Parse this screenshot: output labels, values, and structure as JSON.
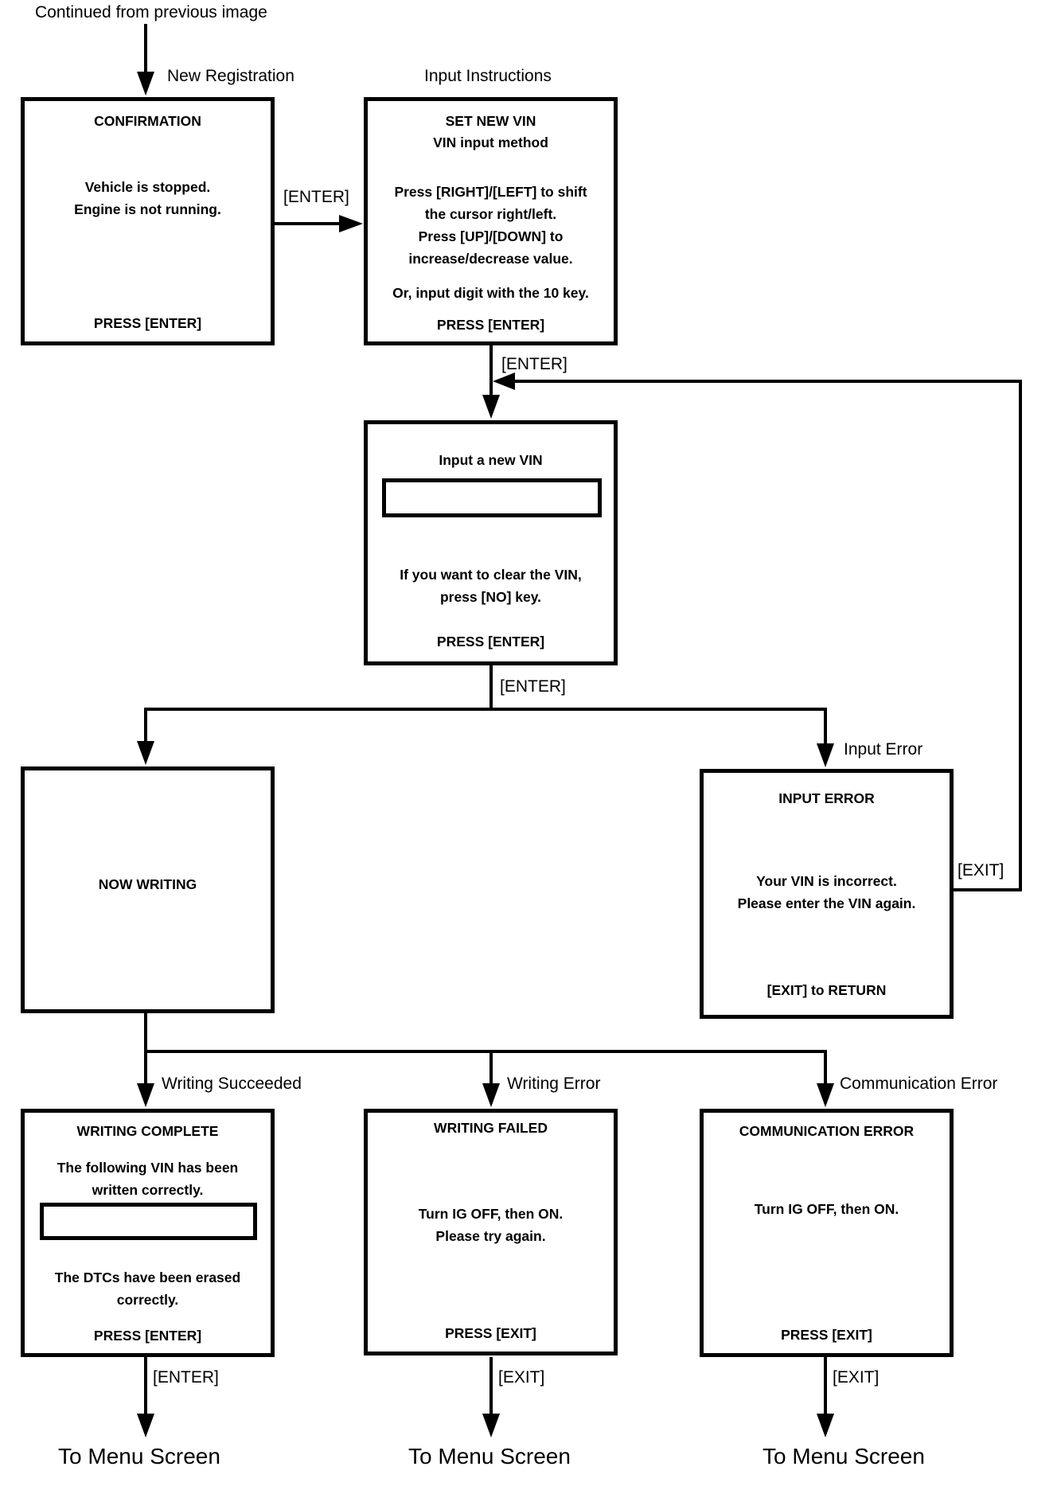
{
  "colors": {
    "line": "#000000",
    "background": "#ffffff"
  },
  "header": {
    "continued_from": "Continued from previous image"
  },
  "edge_labels": {
    "new_registration": "New Registration",
    "input_instructions": "Input Instructions",
    "enter": "[ENTER]",
    "exit": "[EXIT]",
    "input_error": "Input Error",
    "writing_succeeded": "Writing Succeeded",
    "writing_error": "Writing Error",
    "communication_error": "Communication Error",
    "to_menu_screen": "To Menu Screen"
  },
  "boxes": {
    "confirmation": {
      "title": "CONFIRMATION",
      "line1": "Vehicle is stopped.",
      "line2": "Engine is not running.",
      "footer": "PRESS [ENTER]"
    },
    "set_new_vin": {
      "title": "SET NEW VIN",
      "subtitle": "VIN input method",
      "line1": "Press [RIGHT]/[LEFT] to shift",
      "line2": "the cursor right/left.",
      "line3": "Press [UP]/[DOWN] to",
      "line4": "increase/decrease value.",
      "line5": "Or, input digit with the 10 key.",
      "footer": "PRESS [ENTER]"
    },
    "input_new_vin": {
      "title": "Input a new VIN",
      "vin_field_value": "",
      "line1": "If you want to clear the VIN,",
      "line2": "press [NO] key.",
      "footer": "PRESS [ENTER]"
    },
    "now_writing": {
      "title": "NOW WRITING"
    },
    "input_error": {
      "title": "INPUT ERROR",
      "line1": "Your VIN is incorrect.",
      "line2": "Please enter the VIN again.",
      "footer": "[EXIT] to RETURN"
    },
    "writing_complete": {
      "title": "WRITING COMPLETE",
      "line1": "The following VIN has been",
      "line2": "written correctly.",
      "vin_field_value": "",
      "line3": "The DTCs have been erased",
      "line4": "correctly.",
      "footer": "PRESS [ENTER]"
    },
    "writing_failed": {
      "title": "WRITING FAILED",
      "line1": "Turn IG OFF, then ON.",
      "line2": "Please try again.",
      "footer": "PRESS [EXIT]"
    },
    "communication_error": {
      "title": "COMMUNICATION ERROR",
      "line1": "Turn IG OFF, then ON.",
      "footer": "PRESS [EXIT]"
    }
  }
}
